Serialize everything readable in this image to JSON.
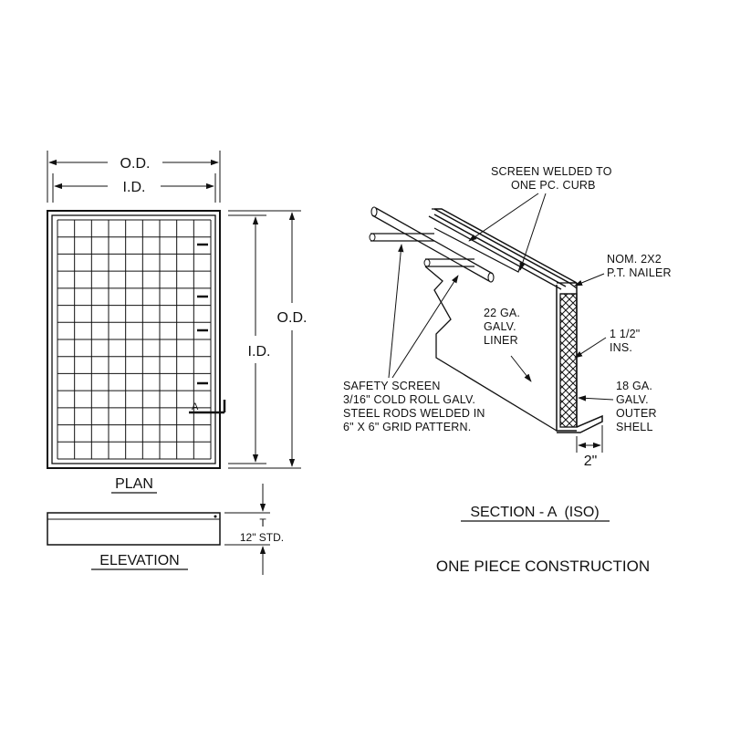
{
  "plan": {
    "dim_od_horizontal": "O.D.",
    "dim_id_horizontal": "I.D.",
    "dim_od_vertical": "O.D.",
    "dim_id_vertical": "I.D.",
    "section_marker": "A",
    "title": "PLAN"
  },
  "elevation": {
    "dim_t": "T",
    "dim_std": "12\" STD.",
    "title": "ELEVATION"
  },
  "section": {
    "callout_screen_welded": [
      "SCREEN WELDED TO",
      "ONE PC. CURB"
    ],
    "callout_nailer": [
      "NOM. 2X2",
      "P.T. NAILER"
    ],
    "callout_liner": [
      "22 GA.",
      "GALV.",
      "LINER"
    ],
    "callout_insulation": [
      "1 1/2\"",
      "INS."
    ],
    "callout_safety_screen": [
      "SAFETY SCREEN",
      "3/16\" COLD ROLL GALV.",
      "STEEL RODS WELDED IN",
      "6\" X 6\" GRID PATTERN."
    ],
    "callout_outer_shell": [
      "18 GA.",
      "GALV.",
      "OUTER",
      "SHELL"
    ],
    "dim_width": "2\"",
    "title": "SECTION - A  (ISO)"
  },
  "construction_note": "ONE PIECE CONSTRUCTION"
}
